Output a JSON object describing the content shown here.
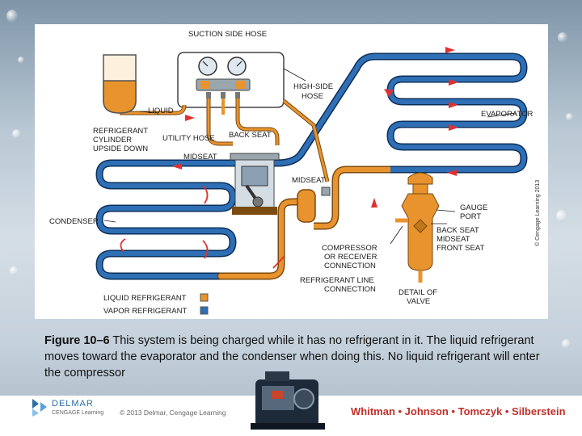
{
  "figure": {
    "labels": {
      "suction_side_hose": "SUCTION SIDE HOSE",
      "high_side_hose_1": "HIGH-SIDE",
      "high_side_hose_2": "HOSE",
      "liquid": "LIQUID",
      "refrigerant_cylinder_1": "REFRIGERANT",
      "refrigerant_cylinder_2": "CYLINDER",
      "refrigerant_cylinder_3": "UPSIDE DOWN",
      "utility_hose": "UTILITY HOSE",
      "back_seat_top": "BACK SEAT",
      "midseat_left": "MIDSEAT",
      "midseat_center": "MIDSEAT",
      "evaporator": "EVAPORATOR",
      "condenser": "CONDENSER",
      "gauge_port_1": "GAUGE",
      "gauge_port_2": "PORT",
      "back_seat_detail": "BACK SEAT",
      "midseat_detail": "MIDSEAT",
      "front_seat_detail": "FRONT SEAT",
      "compressor_conn_1": "COMPRESSOR",
      "compressor_conn_2": "OR RECEIVER",
      "compressor_conn_3": "CONNECTION",
      "line_conn_1": "REFRIGERANT LINE",
      "line_conn_2": "CONNECTION",
      "detail_1": "DETAIL OF",
      "detail_2": "VALVE"
    },
    "legend": {
      "liquid": "LIQUID REFRIGERANT",
      "vapor": "VAPOR REFRIGERANT"
    },
    "side_copyright": "© Cengage Learning 2013",
    "colors": {
      "liquid": "#e8932e",
      "vapor": "#2e6fb5",
      "arrow": "#e03030"
    }
  },
  "caption": {
    "figure_number": "Figure 10–6",
    "text": " This system is being charged while it has no refrigerant in it. The liquid refrigerant moves toward the evaporator and the condenser when doing this. No liquid refrigerant will enter the compressor"
  },
  "footer": {
    "publisher": "DELMAR",
    "publisher_sub": "CENGAGE Learning",
    "copyright": "© 2013 Delmar, Cengage Learning",
    "authors": "Whitman • Johnson • Tomczyk • Silberstein"
  }
}
